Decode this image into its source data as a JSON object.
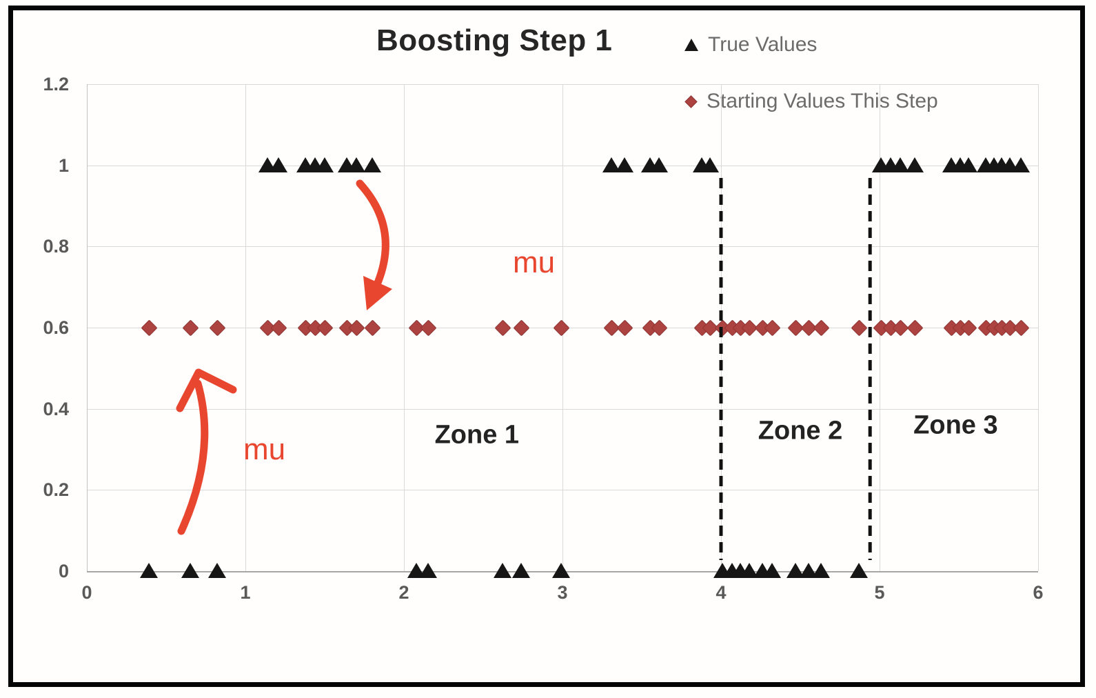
{
  "title": "Boosting Step 1",
  "legend": {
    "items": [
      {
        "label": "True Values",
        "marker": "triangle",
        "color": "#161616"
      },
      {
        "label": "Starting Values This Step",
        "marker": "diamond",
        "color": "#ad4340"
      }
    ]
  },
  "colors": {
    "triangle": "#161616",
    "diamond": "#ad4340",
    "diamond_border": "#8e3431",
    "annotation_red": "#e8462e",
    "grid": "#d9d9d9",
    "tick_text": "#595959",
    "divider": "#111111"
  },
  "chart_data": {
    "type": "scatter",
    "title": "Boosting Step 1",
    "xlim": [
      0,
      6
    ],
    "ylim": [
      0,
      1.2
    ],
    "xticks": [
      "0",
      "1",
      "2",
      "3",
      "4",
      "5",
      "6"
    ],
    "yticks": [
      "0",
      "0.2",
      "0.4",
      "0.6",
      "0.8",
      "1",
      "1.2"
    ],
    "grid": true,
    "legend_position": "top-right",
    "series": [
      {
        "name": "True Values",
        "marker": "triangle",
        "color": "#161616",
        "points": [
          [
            0.39,
            0
          ],
          [
            0.65,
            0
          ],
          [
            0.82,
            0
          ],
          [
            1.14,
            1
          ],
          [
            1.21,
            1
          ],
          [
            1.38,
            1
          ],
          [
            1.44,
            1
          ],
          [
            1.5,
            1
          ],
          [
            1.64,
            1
          ],
          [
            1.7,
            1
          ],
          [
            1.8,
            1
          ],
          [
            2.08,
            0
          ],
          [
            2.15,
            0
          ],
          [
            2.62,
            0
          ],
          [
            2.74,
            0
          ],
          [
            2.99,
            0
          ],
          [
            3.31,
            1
          ],
          [
            3.39,
            1
          ],
          [
            3.55,
            1
          ],
          [
            3.61,
            1
          ],
          [
            3.88,
            1
          ],
          [
            3.93,
            1
          ],
          [
            4.01,
            0
          ],
          [
            4.07,
            0
          ],
          [
            4.12,
            0
          ],
          [
            4.18,
            0
          ],
          [
            4.26,
            0
          ],
          [
            4.32,
            0
          ],
          [
            4.47,
            0
          ],
          [
            4.55,
            0
          ],
          [
            4.63,
            0
          ],
          [
            4.87,
            0
          ],
          [
            5.01,
            1
          ],
          [
            5.07,
            1
          ],
          [
            5.13,
            1
          ],
          [
            5.22,
            1
          ],
          [
            5.45,
            1
          ],
          [
            5.51,
            1
          ],
          [
            5.56,
            1
          ],
          [
            5.67,
            1
          ],
          [
            5.72,
            1
          ],
          [
            5.77,
            1
          ],
          [
            5.82,
            1
          ],
          [
            5.89,
            1
          ]
        ]
      },
      {
        "name": "Starting Values This Step",
        "marker": "diamond",
        "color": "#ad4340",
        "y_value": 0.6,
        "x": [
          0.39,
          0.65,
          0.82,
          1.14,
          1.21,
          1.38,
          1.44,
          1.5,
          1.64,
          1.7,
          1.8,
          2.08,
          2.15,
          2.62,
          2.74,
          2.99,
          3.31,
          3.39,
          3.55,
          3.61,
          3.88,
          3.93,
          4.01,
          4.07,
          4.12,
          4.18,
          4.26,
          4.32,
          4.47,
          4.55,
          4.63,
          4.87,
          5.01,
          5.07,
          5.13,
          5.22,
          5.45,
          5.51,
          5.56,
          5.67,
          5.72,
          5.77,
          5.82,
          5.89
        ]
      }
    ],
    "zone_dividers_x": [
      4.0,
      4.94
    ],
    "zones": [
      {
        "label": "Zone 1",
        "x_center": 2.46,
        "y_center": 0.335
      },
      {
        "label": "Zone 2",
        "x_center": 4.5,
        "y_center": 0.345
      },
      {
        "label": "Zone 3",
        "x_center": 5.48,
        "y_center": 0.358
      }
    ],
    "annotations": [
      {
        "text": "mu",
        "x": 2.82,
        "y": 0.76
      },
      {
        "text": "mu",
        "x": 1.12,
        "y": 0.3
      }
    ]
  }
}
